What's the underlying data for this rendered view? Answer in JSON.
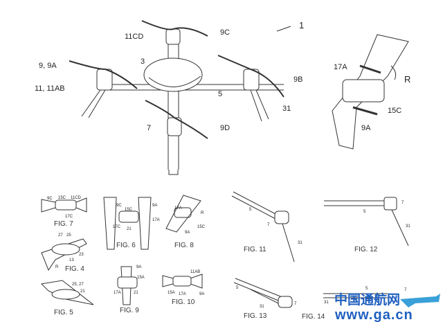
{
  "main_figure": {
    "labels": {
      "ref1": "1",
      "ref3": "3",
      "ref5": "5",
      "ref7": "7",
      "ref9c": "9C",
      "ref9b": "9B",
      "ref9d": "9D",
      "ref11cd": "11CD",
      "ref9_9a": "9, 9A",
      "ref11_11ab": "11, 11AB",
      "ref31": "31"
    }
  },
  "blade_figure": {
    "labels": {
      "ref17a": "17A",
      "refR": "R",
      "ref15c": "15C",
      "ref9a": "9A"
    }
  },
  "figures": [
    {
      "caption": "FIG. 7",
      "labels": [
        "9C",
        "15C",
        "11CD",
        "17C"
      ]
    },
    {
      "caption": "FIG. 6",
      "labels": [
        "9C",
        "15C",
        "17C",
        "21",
        "9A",
        "17A"
      ]
    },
    {
      "caption": "FIG. 8",
      "labels": [
        "17A",
        "R",
        "15C",
        "9A"
      ]
    },
    {
      "caption": "FIG. 4",
      "labels": [
        "27",
        "25",
        "23",
        "13",
        "R"
      ]
    },
    {
      "caption": "FIG. 5",
      "labels": [
        "25, 27",
        "21"
      ]
    },
    {
      "caption": "FIG. 9",
      "labels": [
        "9A",
        "15A",
        "17A",
        "21"
      ]
    },
    {
      "caption": "FIG. 10",
      "labels": [
        "11AB",
        "15A",
        "17A",
        "9A"
      ]
    },
    {
      "caption": "FIG. 11",
      "labels": [
        "5",
        "7",
        "31"
      ]
    },
    {
      "caption": "FIG. 12",
      "labels": [
        "7",
        "5",
        "31"
      ]
    },
    {
      "caption": "FIG. 13",
      "labels": [
        "5",
        "31",
        "7"
      ]
    },
    {
      "caption": "FIG. 14",
      "labels": [
        "5",
        "7",
        "31"
      ]
    }
  ],
  "watermark": {
    "site_name": "中国通航网",
    "url": "www.ga.cn",
    "colors": {
      "brand": "#1f5fbf",
      "plane": "#3aa0d8"
    }
  }
}
